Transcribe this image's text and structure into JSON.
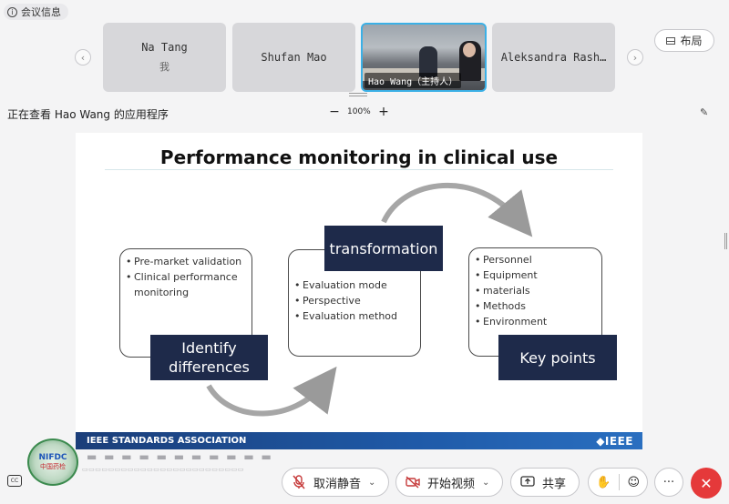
{
  "meeting_info": {
    "label": "会议信息"
  },
  "participants": [
    {
      "name": "Na Tang",
      "sub": "我"
    },
    {
      "name": "Shufan Mao",
      "sub": ""
    },
    {
      "name": "Hao Wang（主持人）",
      "sub": ""
    },
    {
      "name": "Aleksandra Rash…",
      "sub": ""
    }
  ],
  "layout_button": {
    "label": "布局",
    "icon": "grid-icon"
  },
  "share_view": {
    "viewing_label": "正在查看 Hao Wang 的应用程序",
    "zoom_value": "100%",
    "zoom_minus": "−",
    "zoom_plus": "+"
  },
  "slide": {
    "title": "Performance monitoring in clinical use",
    "box_left_items": [
      "Pre-market validation",
      "Clinical performance monitoring"
    ],
    "box_left_label": "Identify differences",
    "box_mid_label": "transformation",
    "box_mid_items": [
      "Evaluation mode",
      "Perspective",
      "Evaluation method"
    ],
    "box_right_items": [
      "Personnel",
      "Equipment",
      "materials",
      "Methods",
      "Environment"
    ],
    "box_right_label": "Key points",
    "footer_left": "IEEE STANDARDS ASSOCIATION",
    "footer_right": "◆IEEE"
  },
  "watermark": {
    "logo_top": "NIFDC",
    "logo_bottom": "中国药检"
  },
  "toolbar": {
    "captions": "CC",
    "mute_label": "取消静音",
    "video_label": "开始视频",
    "share_label": "共享",
    "more_label": "···",
    "end_label": "✕"
  },
  "colors": {
    "navy": "#1e2a4a",
    "end": "#e5393a",
    "active_border": "#3bb0e6"
  }
}
